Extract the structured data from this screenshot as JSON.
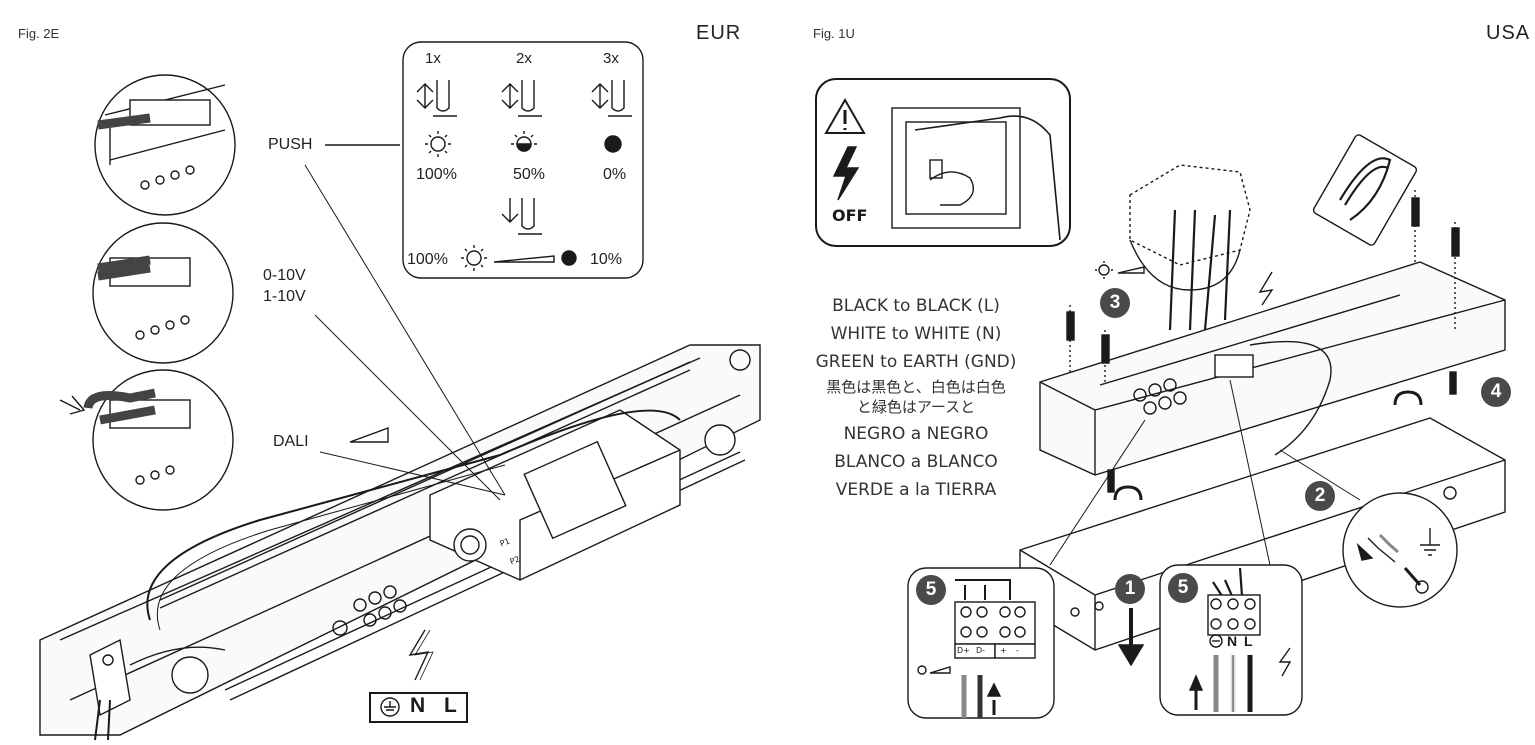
{
  "left": {
    "fig_label": "Fig. 2E",
    "region": "EUR",
    "callouts": {
      "push": "PUSH",
      "v010": "0-10V",
      "v110": "1-10V",
      "dali": "DALI"
    },
    "push_panel": {
      "taps": [
        "1x",
        "2x",
        "3x"
      ],
      "levels": [
        "100%",
        "50%",
        "0%"
      ],
      "dim_min": "100%",
      "dim_max": "10%"
    },
    "terminal": [
      "N",
      "L"
    ],
    "p_labels": [
      "P1",
      "P2"
    ]
  },
  "right": {
    "fig_label": "Fig. 1U",
    "region": "USA",
    "off_label": "OFF",
    "wiring": [
      "BLACK to BLACK (L)",
      "WHITE to WHITE (N)",
      "GREEN to EARTH (GND)",
      "黒色は黒色と、白色は白色",
      "と緑色はアースと",
      "NEGRO a NEGRO",
      "BLANCO a BLANCO",
      "VERDE a la TIERRA"
    ],
    "steps": [
      "1",
      "2",
      "3",
      "4",
      "5",
      "5"
    ],
    "detail_dim_labels": [
      "D+",
      "D-",
      "+",
      "-"
    ],
    "detail_mains_labels": [
      "N",
      "L"
    ]
  },
  "colors": {
    "line": "#1a1a1a",
    "step_fill": "#4a4a4a",
    "wire_gray": "#888888",
    "wire_dark": "#333333"
  }
}
